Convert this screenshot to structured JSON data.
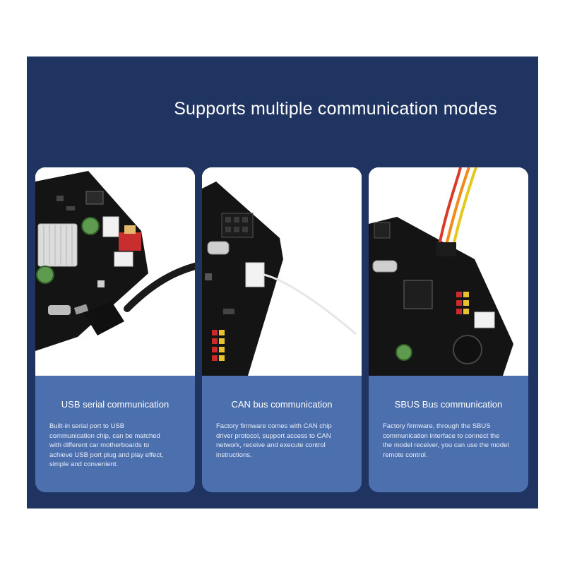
{
  "headline": "Supports multiple communication modes",
  "colors": {
    "background": "#1f3461",
    "card_text_area": "#4c6fae",
    "accent": "#ffffff"
  },
  "cards": [
    {
      "title": "USB serial communication",
      "description": "Built-in serial port to USB\ncommunication chip, can be matched\nwith different car motherboards to\nachieve USB port plug and play effect,\nsimple and convenient."
    },
    {
      "title": "CAN bus communication",
      "description": "Factory firmware comes with CAN chip\ndriver protocol, support access to CAN\nnetwork, receive and execute control\ninstructions."
    },
    {
      "title": "SBUS Bus communication",
      "description": "Factory firmware, through the SBUS\ncommunication interface to connect the\n the model receiver, you can use the model\nremote control."
    }
  ]
}
